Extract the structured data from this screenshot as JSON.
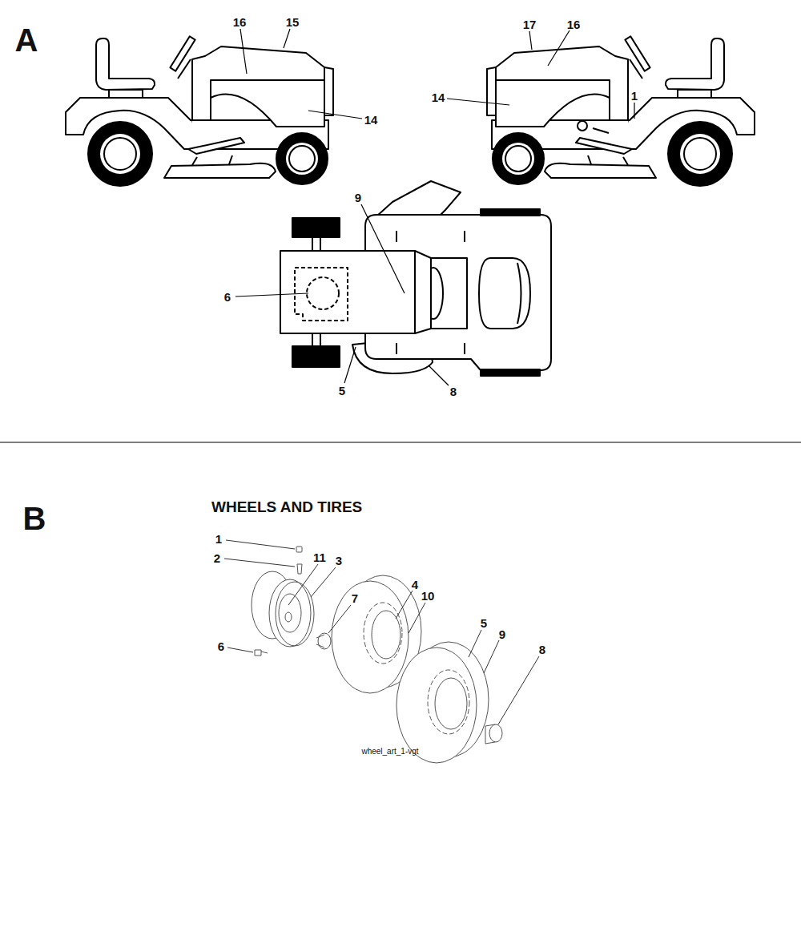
{
  "diagram": {
    "title": "WHEELS AND TIRES",
    "labels": [
      "A",
      "16",
      "15",
      "17",
      "16",
      "14",
      "14",
      "1",
      "9",
      "6",
      "5",
      "8",
      "B",
      "1",
      "2",
      "11",
      "3",
      "6",
      "7",
      "4",
      "10",
      "5",
      "9",
      "8",
      "wheel_art_1-vgt"
    ]
  }
}
